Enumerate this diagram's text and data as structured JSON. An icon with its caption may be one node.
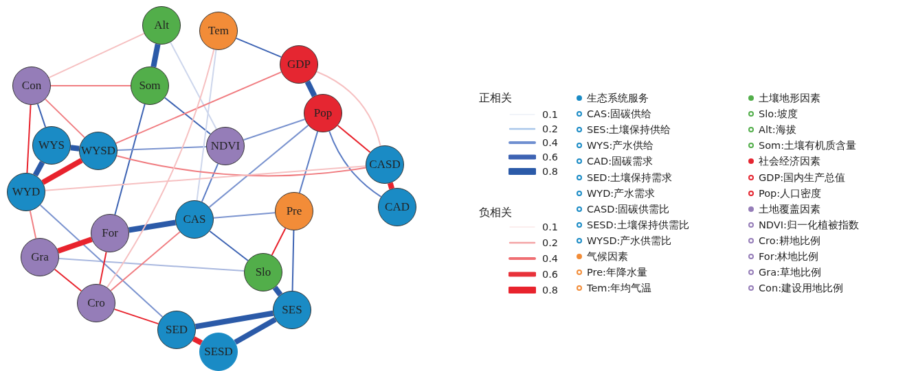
{
  "diagram": {
    "nodes": [
      {
        "text": [
          "Alt"
        ]
      },
      {
        "text": [
          "Tem"
        ]
      },
      {
        "text": [
          "GDP"
        ]
      },
      {
        "text": [
          "Con"
        ]
      },
      {
        "text": [
          "Som"
        ]
      },
      {
        "text": [
          "Pop"
        ]
      },
      {
        "text": [
          "WYS"
        ]
      },
      {
        "text": [
          "WYSD"
        ]
      },
      {
        "text": [
          "NDVI"
        ]
      },
      {
        "text": [
          "CASD"
        ]
      },
      {
        "text": [
          "WYD"
        ]
      },
      {
        "text": [
          "CAD"
        ]
      },
      {
        "text": [
          "Pre"
        ]
      },
      {
        "text": [
          "CAS"
        ]
      },
      {
        "text": [
          "For"
        ]
      },
      {
        "text": [
          "Gra"
        ]
      },
      {
        "text": [
          "Slo"
        ]
      },
      {
        "text": [
          "SES"
        ]
      },
      {
        "text": [
          "Cro"
        ]
      },
      {
        "text": [
          "SED"
        ]
      },
      {
        "text": [
          "SESD"
        ]
      }
    ],
    "edges": [
      {
        "from": 0,
        "to": 4,
        "arrow": "none",
        "style": "thick",
        "color": "#2b5aa8"
      },
      {
        "from": 2,
        "to": 5,
        "arrow": "none",
        "style": "thick",
        "color": "#2b5aa8"
      },
      {
        "from": 1,
        "to": 2,
        "arrow": "none",
        "color": "#3d63b3"
      },
      {
        "from": 6,
        "to": 7,
        "arrow": "none",
        "style": "thick",
        "color": "#2b5aa8"
      },
      {
        "from": 6,
        "to": 10,
        "arrow": "none",
        "style": "thick",
        "color": "#2b5aa8"
      },
      {
        "from": 3,
        "to": 6,
        "arrow": "none",
        "color": "#3d63b3"
      },
      {
        "from": 4,
        "to": 8,
        "arrow": "none",
        "color": "#3d63b3"
      },
      {
        "from": 4,
        "to": 14,
        "arrow": "none",
        "color": "#3d63b3"
      },
      {
        "from": 14,
        "to": 13,
        "arrow": "none",
        "style": "thick",
        "color": "#2b5aa8"
      },
      {
        "from": 13,
        "to": 16,
        "arrow": "none",
        "color": "#3d63b3"
      },
      {
        "from": 16,
        "to": 17,
        "arrow": "none",
        "style": "thick",
        "color": "#2b5aa8"
      },
      {
        "from": 12,
        "to": 17,
        "arrow": "none",
        "color": "#3d63b3"
      },
      {
        "from": 19,
        "to": 17,
        "arrow": "none",
        "style": "thick",
        "color": "#2b5aa8"
      },
      {
        "from": 20,
        "to": 17,
        "arrow": "none",
        "style": "thick",
        "color": "#2b5aa8"
      },
      {
        "from": 5,
        "to": 12,
        "arrow": "none",
        "color": "#5b7cc4"
      },
      {
        "from": 5,
        "to": 11,
        "arrow": "none",
        "color": "#5b7cc4"
      },
      {
        "from": 5,
        "to": 8,
        "arrow": "none",
        "color": "#7a93cf"
      },
      {
        "from": 7,
        "to": 8,
        "arrow": "none",
        "color": "#7a93cf"
      },
      {
        "from": 8,
        "to": 13,
        "arrow": "none",
        "color": "#5b7cc4"
      },
      {
        "from": 13,
        "to": 12,
        "arrow": "none",
        "color": "#7a93cf"
      },
      {
        "from": 5,
        "to": 13,
        "arrow": "none",
        "color": "#7a93cf"
      },
      {
        "from": 15,
        "to": 16,
        "arrow": "none",
        "color": "#a9b8df"
      },
      {
        "from": 10,
        "to": 19,
        "arrow": "none",
        "color": "#7a93cf"
      },
      {
        "from": 0,
        "to": 8,
        "arrow": "none",
        "color": "#cdd6ec"
      },
      {
        "from": 1,
        "to": 13,
        "arrow": "none",
        "color": "#cdd6ec"
      },
      {
        "from": 9,
        "to": 11,
        "arrow": "none",
        "style": "thick",
        "color": "#e8232d"
      },
      {
        "from": 19,
        "to": 20,
        "arrow": "none",
        "style": "thick",
        "color": "#e8232d"
      },
      {
        "from": 10,
        "to": 7,
        "arrow": "none",
        "style": "thick",
        "color": "#e8232d"
      },
      {
        "from": 15,
        "to": 14,
        "arrow": "none",
        "style": "thick",
        "color": "#e8232d"
      },
      {
        "from": 15,
        "to": 18,
        "arrow": "none",
        "color": "#e8232d"
      },
      {
        "from": 14,
        "to": 18,
        "arrow": "none",
        "color": "#e8232d"
      },
      {
        "from": 5,
        "to": 9,
        "arrow": "none",
        "color": "#e8232d"
      },
      {
        "from": 12,
        "to": 16,
        "arrow": "none",
        "color": "#e8232d"
      },
      {
        "from": 18,
        "to": 13,
        "arrow": "none",
        "color": "#f07c80"
      },
      {
        "from": 18,
        "to": 19,
        "arrow": "none",
        "color": "#e8232d"
      },
      {
        "from": 3,
        "to": 0,
        "arrow": "none",
        "color": "#f6c0c1"
      },
      {
        "from": 3,
        "to": 4,
        "arrow": "none",
        "color": "#f07c80"
      },
      {
        "from": 3,
        "to": 7,
        "arrow": "none",
        "color": "#f07c80"
      },
      {
        "from": 3,
        "to": 10,
        "arrow": "none",
        "color": "#e8232d"
      },
      {
        "from": 10,
        "to": 15,
        "arrow": "none",
        "color": "#f07c80"
      },
      {
        "from": 7,
        "to": 9,
        "arrow": "none",
        "color": "#f07c80"
      },
      {
        "from": 7,
        "to": 2,
        "arrow": "none",
        "color": "#f07c80"
      },
      {
        "from": 1,
        "to": 18,
        "arrow": "none",
        "color": "#f6c0c1"
      },
      {
        "from": 2,
        "to": 9,
        "arrow": "none",
        "color": "#f6c0c1"
      },
      {
        "from": 10,
        "to": 9,
        "arrow": "none",
        "color": "#f6c0c1"
      }
    ],
    "labels": [
      "正相关",
      "负相关"
    ],
    "legend": [
      {
        "text": "0.1"
      },
      {
        "text": "0.2"
      },
      {
        "text": "0.4"
      },
      {
        "text": "0.6"
      },
      {
        "text": "0.8"
      },
      {
        "text": "0.1"
      },
      {
        "text": "0.2"
      },
      {
        "text": "0.4"
      },
      {
        "text": "0.6"
      },
      {
        "text": "0.8"
      },
      {
        "text": "生态系统服务",
        "color": "#1a8bc5"
      },
      {
        "text": "CAS:固碳供给",
        "color": "#1a8bc5"
      },
      {
        "text": "SES:土壤保持供给",
        "color": "#1a8bc5"
      },
      {
        "text": "WYS:产水供给",
        "color": "#1a8bc5"
      },
      {
        "text": "CAD:固碳需求",
        "color": "#1a8bc5"
      },
      {
        "text": "SED:土壤保持需求",
        "color": "#1a8bc5"
      },
      {
        "text": "WYD:产水需求",
        "color": "#1a8bc5"
      },
      {
        "text": "CASD:固碳供需比",
        "color": "#1a8bc5"
      },
      {
        "text": "SESD:土壤保持供需比",
        "color": "#1a8bc5"
      },
      {
        "text": "WYSD:产水供需比",
        "color": "#1a8bc5"
      },
      {
        "text": "气候因素",
        "color": "#f28c38"
      },
      {
        "text": "Pre:年降水量",
        "color": "#f28c38"
      },
      {
        "text": "Tem:年均气温",
        "color": "#f28c38"
      },
      {
        "text": "土壤地形因素",
        "color": "#52ae4a"
      },
      {
        "text": "Slo:坡度",
        "color": "#52ae4a"
      },
      {
        "text": "Alt:海拔",
        "color": "#52ae4a"
      },
      {
        "text": "Som:土壤有机质含量",
        "color": "#52ae4a"
      },
      {
        "text": "社会经济因素",
        "color": "#e52631"
      },
      {
        "text": "GDP:国内生产总值",
        "color": "#e52631"
      },
      {
        "text": "Pop:人口密度",
        "color": "#e52631"
      },
      {
        "text": "土地覆盖因素",
        "color": "#957db8"
      },
      {
        "text": "NDVI:归一化植被指数",
        "color": "#957db8"
      },
      {
        "text": "Cro:耕地比例",
        "color": "#957db8"
      },
      {
        "text": "For:林地比例",
        "color": "#957db8"
      },
      {
        "text": "Gra:草地比例",
        "color": "#957db8"
      },
      {
        "text": "Con:建设用地比例",
        "color": "#957db8"
      }
    ]
  }
}
